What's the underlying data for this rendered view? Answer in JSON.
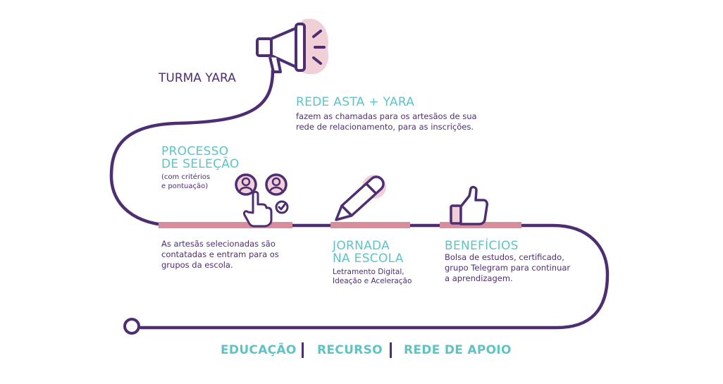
{
  "start": {
    "label": "TURMA YARA"
  },
  "rede": {
    "title": "REDE ASTA + YARA",
    "text_lines": [
      "fazem as chamadas para os artesãos de sua",
      "rede de relacionamento, para as inscrições."
    ]
  },
  "processo": {
    "title_lines": [
      "PROCESSO",
      "DE SELEÇÃO"
    ],
    "note_lines": [
      "(com critérios",
      "e pontuação)"
    ]
  },
  "selecionadas": {
    "text_lines": [
      "As artesãs selecionadas são",
      "contatadas e entram para os",
      "grupos da escola."
    ]
  },
  "jornada": {
    "title_lines": [
      "JORNADA",
      "NA ESCOLA"
    ],
    "text_lines": [
      "Letramento Digital,",
      "Ideação e Aceleração"
    ]
  },
  "beneficios": {
    "title": "BENEFÍCIOS",
    "text_lines": [
      "Bolsa de estudos, certificado,",
      "grupo Telegram para continuar",
      "a aprendizagem."
    ]
  },
  "footer": {
    "items": [
      "EDUCAÇÃO",
      "RECURSO",
      "REDE DE APOIO"
    ]
  },
  "icons": [
    "megaphone-icon",
    "person-icon",
    "hand-pointer-icon",
    "check-icon",
    "pencil-icon",
    "thumbs-up-icon"
  ],
  "colors": {
    "purple": "#4e2e73",
    "teal": "#5fc3c6",
    "pink": "#d98c9b",
    "light_pink": "#f1cfd6"
  }
}
